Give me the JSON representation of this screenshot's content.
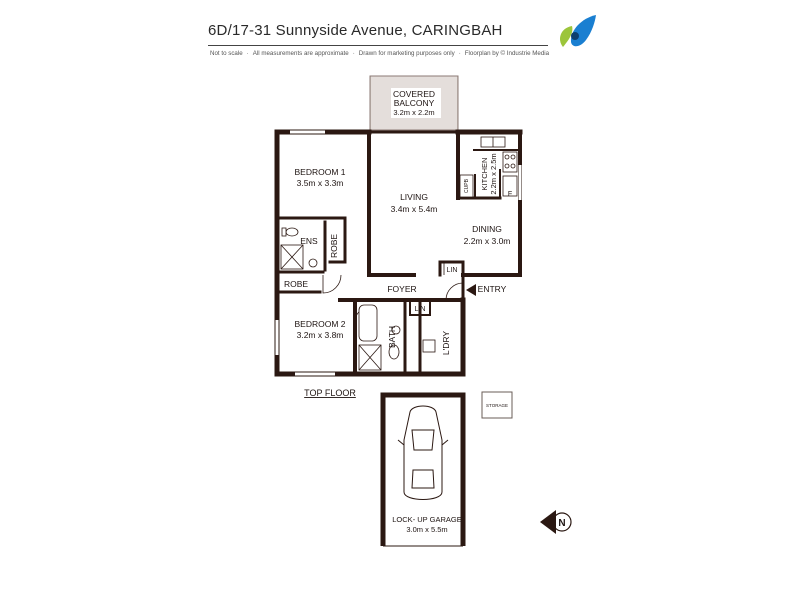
{
  "header": {
    "address": "6D/17-31 Sunnyside Avenue, CARINGBAH",
    "disclaimers": [
      "Not to scale",
      "All measurements are approximate",
      "Drawn for marketing purposes only",
      "Floorplan by © Industrie Media"
    ]
  },
  "brand": {
    "primary": "#1a7fd1",
    "secondary": "#9cc53b",
    "wall": "#2b1812"
  },
  "rooms": {
    "balcony": {
      "name": "COVERED\nBALCONY",
      "name1": "COVERED",
      "name2": "BALCONY",
      "size": "3.2m x 2.2m"
    },
    "bedroom1": {
      "name": "BEDROOM 1",
      "size": "3.5m x 3.3m"
    },
    "living": {
      "name": "LIVING",
      "size": "3.4m x 5.4m"
    },
    "kitchen": {
      "name": "KITCHEN",
      "size": "2.2m x 2.5m"
    },
    "dining": {
      "name": "DINING",
      "size": "2.2m x 3.0m"
    },
    "ens": {
      "name": "ENS"
    },
    "robe1": {
      "name": "ROBE"
    },
    "robe2": {
      "name": "ROBE"
    },
    "foyer": {
      "name": "FOYER"
    },
    "entry": {
      "name": "ENTRY"
    },
    "bedroom2": {
      "name": "BEDROOM 2",
      "size": "3.2m x 3.8m"
    },
    "bath": {
      "name": "BATH"
    },
    "lin1": {
      "name": "LIN"
    },
    "lin2": {
      "name": "LIN"
    },
    "ldry": {
      "name": "L'DRY"
    },
    "cupb": {
      "name": "CUPB"
    },
    "fridge": {
      "name": "F"
    },
    "garage": {
      "name": "LOCK- UP GARAGE",
      "size": "3.0m x 5.5m"
    },
    "storage": {
      "name": "STORAGE"
    }
  },
  "labels": {
    "floor": "TOP FLOOR",
    "north": "N"
  }
}
